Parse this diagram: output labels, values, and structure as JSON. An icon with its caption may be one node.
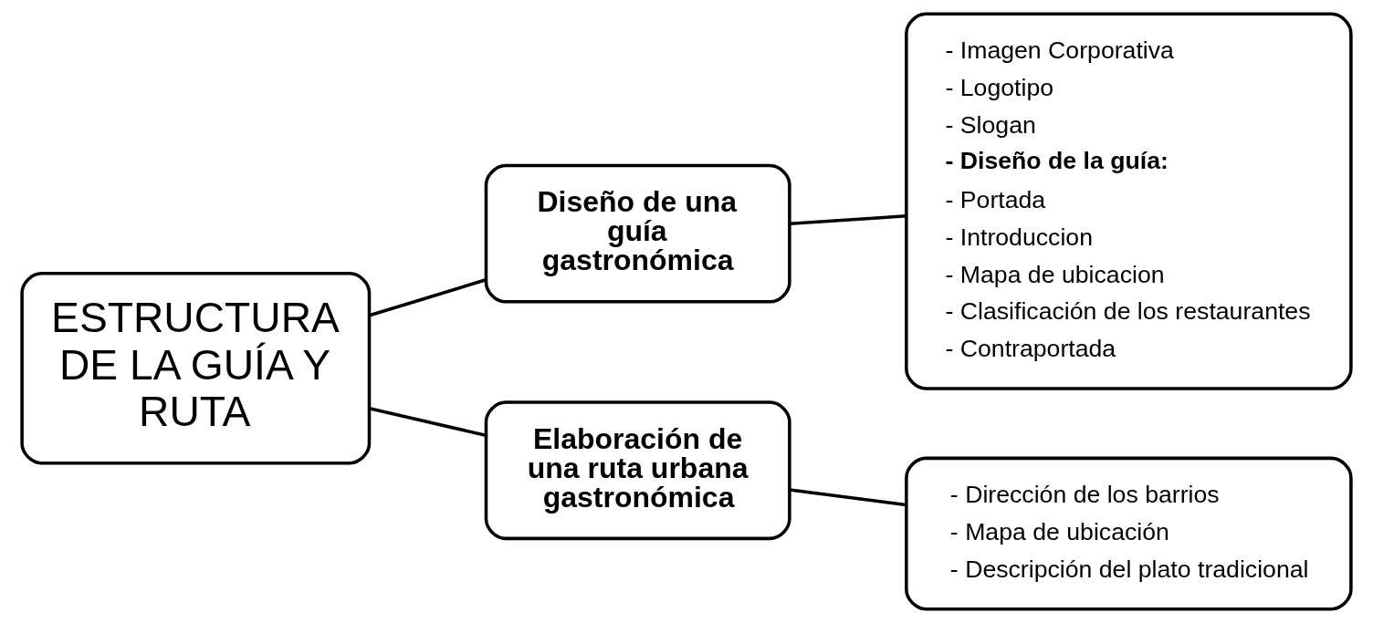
{
  "diagram": {
    "nodes": [
      {
        "text": [
          "ESTRUCTURA DE LA GUÍA Y RUTA"
        ]
      },
      {
        "text": [
          "Diseño de una guía gastronómica"
        ]
      },
      {
        "text": [
          "- Imagen Corporativa",
          "- Logotipo",
          "- Slogan",
          "- Diseño de la guía:",
          "- Portada",
          "- Introduccion",
          "- Mapa de ubicacion",
          "- Clasificación de los restaurantes",
          "- Contraportada"
        ]
      },
      {
        "text": [
          "Elaboración de una ruta urbana gastronómica"
        ]
      },
      {
        "text": [
          "- Dirección de los barrios",
          "- Mapa de ubicación",
          "- Descripción del plato tradicional"
        ]
      }
    ],
    "edges": [
      {
        "from": 0,
        "to": 1,
        "arrow": "none"
      },
      {
        "from": 0,
        "to": 3,
        "arrow": "none"
      },
      {
        "from": 1,
        "to": 2,
        "arrow": "none"
      },
      {
        "from": 3,
        "to": 4,
        "arrow": "none"
      }
    ]
  }
}
